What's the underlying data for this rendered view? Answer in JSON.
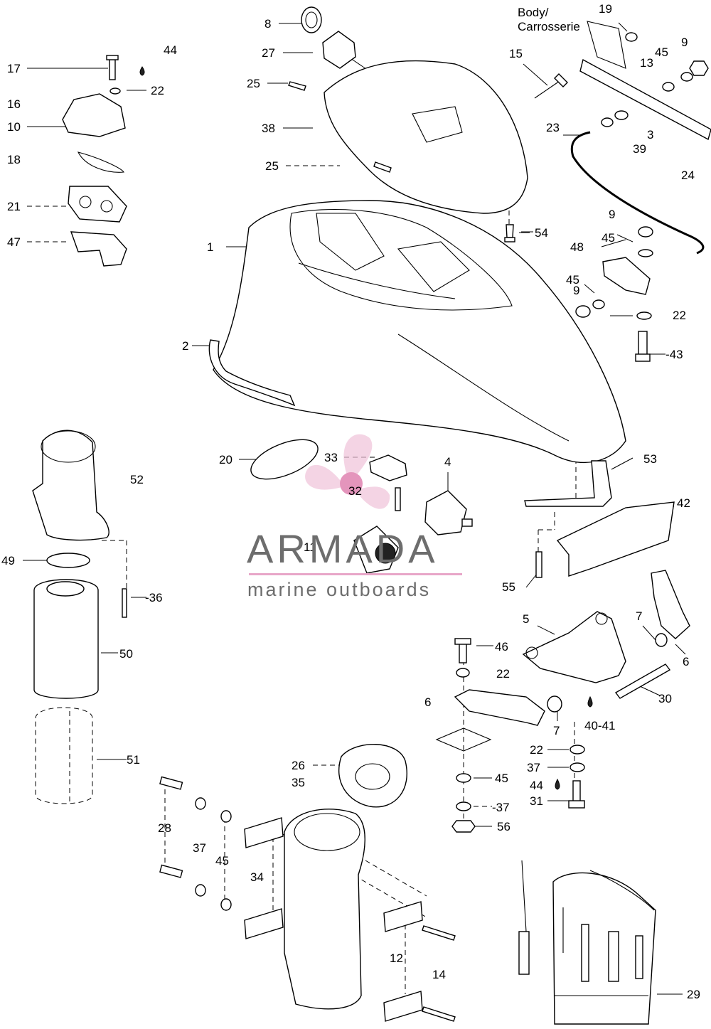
{
  "diagram": {
    "callouts": {
      "p1": "1",
      "p2": "2",
      "p3": "3",
      "p4": "4",
      "p5": "5",
      "p6a": "6",
      "p6b": "6",
      "p7a": "7",
      "p7b": "7",
      "p8": "8",
      "p9a": "9",
      "p9b": "9",
      "p9c": "9",
      "p10": "10",
      "p11": "11",
      "p12": "12",
      "p13": "13",
      "p14": "14",
      "p15": "15",
      "p16": "16",
      "p17": "17",
      "p18": "18",
      "p19": "19",
      "p20": "20",
      "p21": "21",
      "p22a": "22",
      "p22b": "22",
      "p22c": "22",
      "p22d": "22",
      "p23": "23",
      "p24": "24",
      "p25a": "25",
      "p25b": "25",
      "p26": "26",
      "p27": "27",
      "p28": "28",
      "p29": "29",
      "p30": "30",
      "p31": "31",
      "p32": "32",
      "p33": "33",
      "p34": "34",
      "p35": "35",
      "p36": "-36",
      "p37a": "37",
      "p37b": "-37",
      "p37c": "37",
      "p38": "38",
      "p39": "39",
      "p40_41": "40-41",
      "p42": "42",
      "p43": "-43",
      "p44a": "44",
      "p44b": "44",
      "p45a": "45",
      "p45b": "45",
      "p45c": "45",
      "p45d": "45",
      "p45e": "45",
      "p46": "46",
      "p47": "47",
      "p48": "48",
      "p49": "49",
      "p50": "50",
      "p51": "51",
      "p52": "52",
      "p53": "53",
      "p54": "54",
      "p55": "55",
      "p56": "56"
    },
    "body_note_line1": "Body/",
    "body_note_line2": "Carrosserie"
  },
  "watermark": {
    "brand": "ARMADA",
    "tagline": "marine outboards",
    "accent_color": "#e8a6c8",
    "text_color": "#6d6d6d"
  }
}
